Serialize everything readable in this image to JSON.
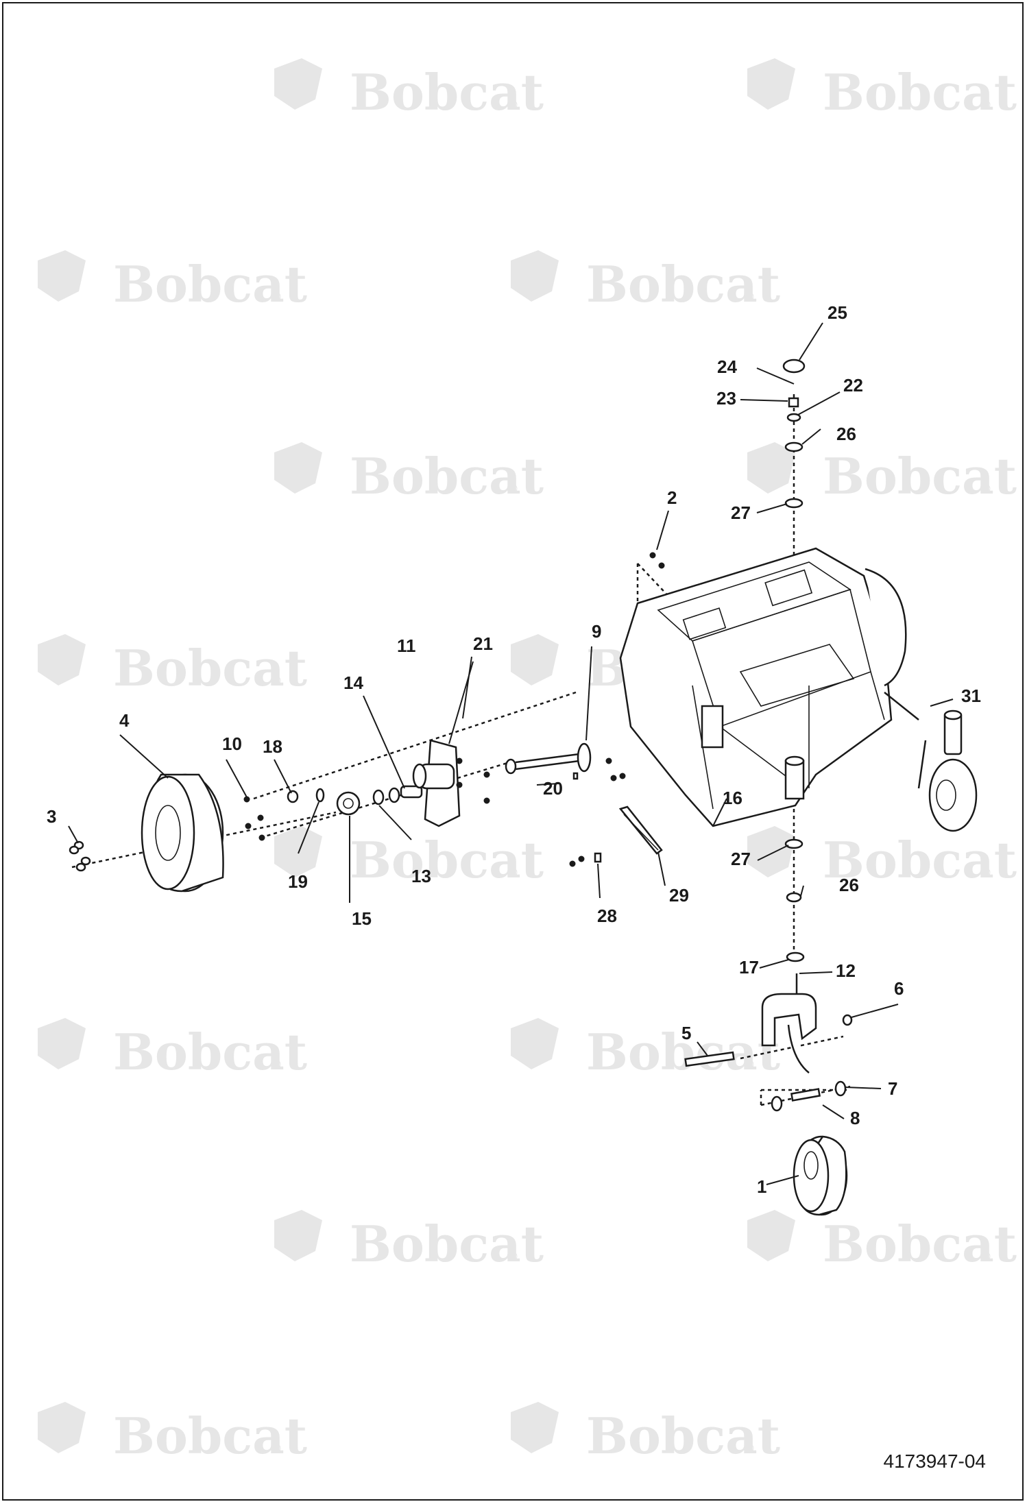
{
  "figure": {
    "number": "4173947-04"
  },
  "watermark": {
    "brand": "Bobcat",
    "reg_mark": "®"
  },
  "callouts": [
    {
      "label": "1"
    },
    {
      "label": "2"
    },
    {
      "label": "3"
    },
    {
      "label": "4"
    },
    {
      "label": "5"
    },
    {
      "label": "6"
    },
    {
      "label": "7"
    },
    {
      "label": "8"
    },
    {
      "label": "9"
    },
    {
      "label": "10"
    },
    {
      "label": "11"
    },
    {
      "label": "12"
    },
    {
      "label": "13"
    },
    {
      "label": "14"
    },
    {
      "label": "15"
    },
    {
      "label": "16"
    },
    {
      "label": "17"
    },
    {
      "label": "18"
    },
    {
      "label": "19"
    },
    {
      "label": "20"
    },
    {
      "label": "21"
    },
    {
      "label": "22"
    },
    {
      "label": "23"
    },
    {
      "label": "24"
    },
    {
      "label": "25"
    },
    {
      "label": "26"
    },
    {
      "label": "26"
    },
    {
      "label": "27"
    },
    {
      "label": "27"
    },
    {
      "label": "28"
    },
    {
      "label": "29"
    },
    {
      "label": "31"
    }
  ],
  "colors": {
    "ink": "#1a1a1a",
    "watermark": "#e6e6e6"
  }
}
